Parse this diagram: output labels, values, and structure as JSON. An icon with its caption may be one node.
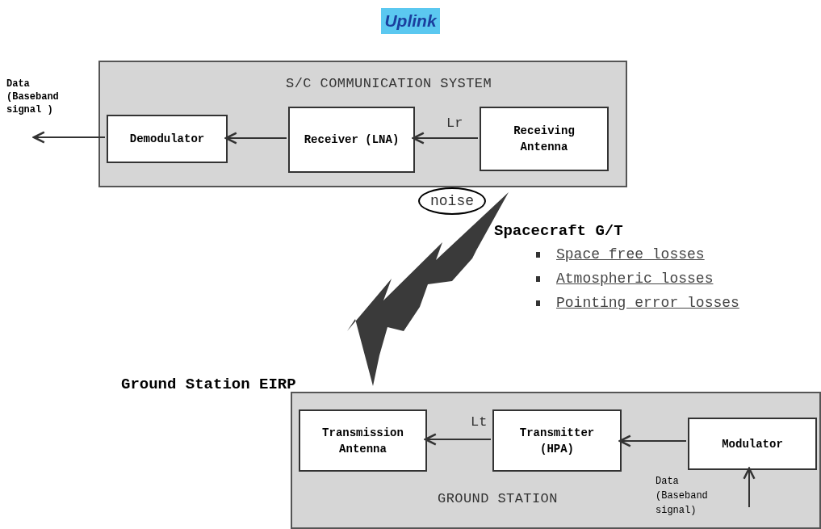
{
  "diagram": {
    "title": "Uplink",
    "nodes": [
      {
        "text": [
          "S/C COMMUNICATION SYSTEM"
        ]
      },
      {
        "text": [
          "Demodulator"
        ],
        "in": 0
      },
      {
        "text": [
          "Receiver (LNA)"
        ],
        "in": 0
      },
      {
        "text": [
          "Receiving Antenna"
        ],
        "in": 0
      },
      {
        "text": [
          "noise"
        ]
      },
      {
        "text": [
          "GROUND STATION"
        ]
      },
      {
        "text": [
          "Transmission Antenna"
        ],
        "in": 5
      },
      {
        "text": [
          "Transmitter (HPA)"
        ],
        "in": 5
      },
      {
        "text": [
          "Modulator"
        ],
        "in": 5
      }
    ],
    "edges": [
      {
        "from": 3,
        "to": 2,
        "arrow": "to",
        "label": "Lr"
      },
      {
        "from": 2,
        "to": 1,
        "arrow": "to"
      },
      {
        "from": 1,
        "to": null,
        "arrow": "to"
      },
      {
        "from": 8,
        "to": 7,
        "arrow": "to"
      },
      {
        "from": 7,
        "to": 6,
        "arrow": "to",
        "label": "Lt"
      },
      {
        "from": null,
        "to": 8,
        "arrow": "to"
      }
    ],
    "labels": [
      "Data (Baseband signal )",
      "Spacecraft G/T",
      "Space free losses",
      "Atmospheric losses",
      "Pointing error losses",
      "Ground Station EIRP",
      "Data (Baseband signal)"
    ]
  }
}
